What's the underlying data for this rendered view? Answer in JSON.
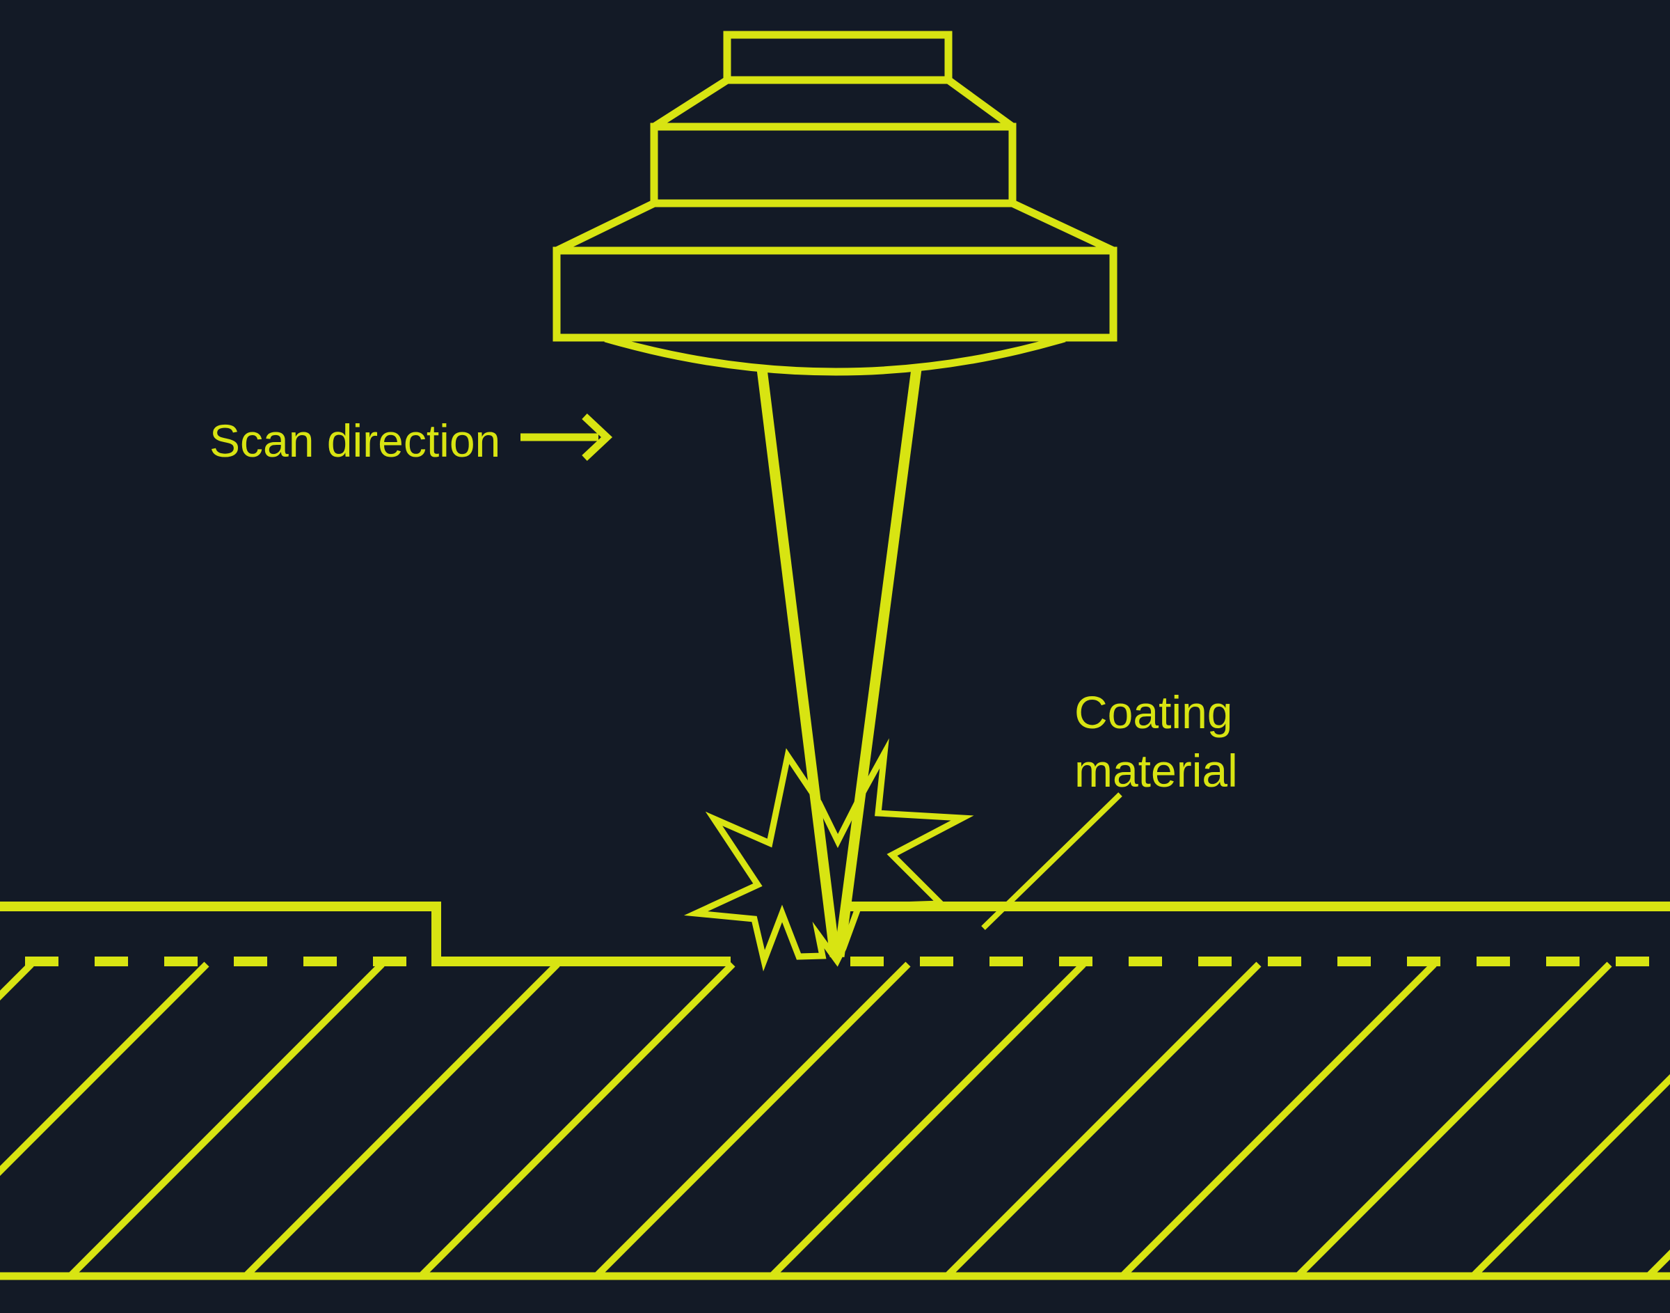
{
  "diagram": {
    "labels": {
      "scan_direction": "Scan direction",
      "coating_material_line1": "Coating",
      "coating_material_line2": "material"
    },
    "icons": {
      "scan_direction": "arrow-right"
    },
    "colors": {
      "accent": "#d8e412",
      "background": "#131a26"
    }
  }
}
